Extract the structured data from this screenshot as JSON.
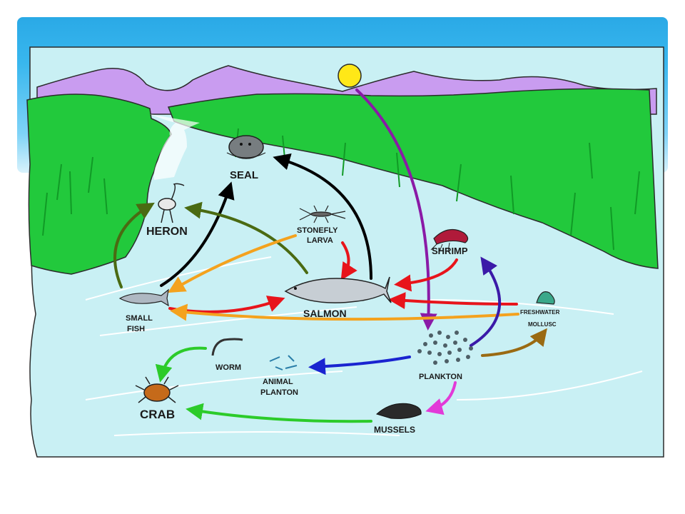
{
  "labels": {
    "seal": "SEAL",
    "heron": "HERON",
    "stonefly_1": "STONEFLY",
    "stonefly_2": "LARVA",
    "shrimp": "SHRIMP",
    "salmon": "SALMON",
    "small_fish_1": "SMALL",
    "small_fish_2": "FISH",
    "freshwater_1": "FRESHWATER",
    "freshwater_2": "MOLLUSC",
    "worm": "WORM",
    "animal_planton_1": "ANIMAL",
    "animal_planton_2": "PLANTON",
    "plankton": "PLANKTON",
    "crab": "CRAB",
    "mussels": "MUSSELS"
  },
  "colors": {
    "water": "#c9f0f4",
    "grass": "#22c93c",
    "mountains": "#c99cf0",
    "sun": "#ffe817",
    "arrow_black": "#000000",
    "arrow_darkgreen": "#4a6a12",
    "arrow_orange": "#f4a21e",
    "arrow_red": "#e8141b",
    "arrow_purple": "#8a1aa6",
    "arrow_indigo": "#3b1aa8",
    "arrow_blue": "#1a24d0",
    "arrow_brown": "#9a6a12",
    "arrow_green": "#2ccb2a",
    "arrow_magenta": "#e23ad8"
  },
  "icons": [
    "sun-icon",
    "seal-icon",
    "heron-icon",
    "stonefly-larva-icon",
    "shrimp-icon",
    "salmon-icon",
    "small-fish-icon",
    "mollusc-icon",
    "worm-icon",
    "animal-plankton-icon",
    "plankton-icon",
    "crab-icon",
    "mussels-icon"
  ]
}
